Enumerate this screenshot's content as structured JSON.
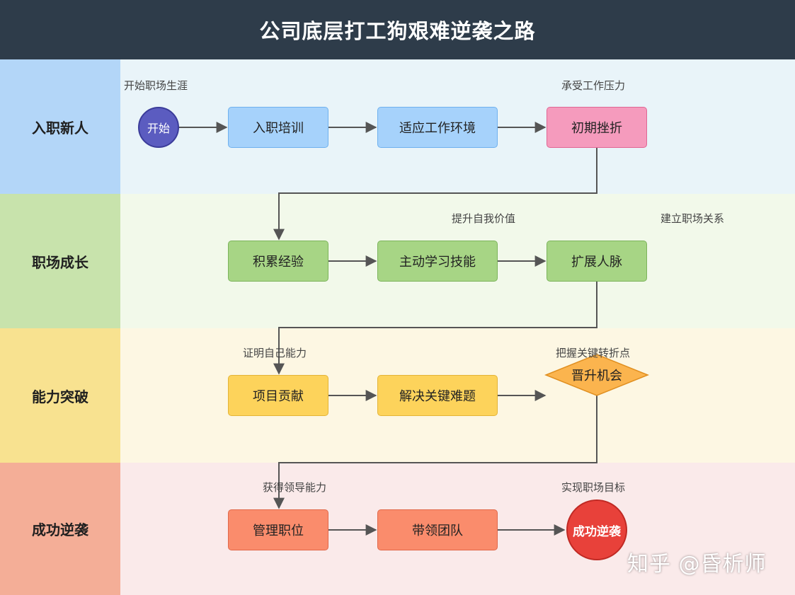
{
  "title": "公司底层打工狗艰难逆袭之路",
  "colors": {
    "title_bg": "#2e3c4a",
    "lane1_label_bg": "#b3d6f8",
    "lane1_body_bg": "#e9f4f9",
    "lane2_label_bg": "#c8e3ac",
    "lane2_body_bg": "#f2f9ea",
    "lane3_label_bg": "#f8e290",
    "lane3_body_bg": "#fdf7e3",
    "lane4_label_bg": "#f4ae97",
    "lane4_body_bg": "#faeaea",
    "arrow": "#555555"
  },
  "lanes": [
    {
      "label": "入职新人"
    },
    {
      "label": "职场成长"
    },
    {
      "label": "能力突破"
    },
    {
      "label": "成功逆袭"
    }
  ],
  "nodes": {
    "start": "开始",
    "onboarding_training": "入职培训",
    "adapt_environment": "适应工作环境",
    "early_setback": "初期挫折",
    "accumulate_experience": "积累经验",
    "active_learning": "主动学习技能",
    "expand_network": "扩展人脉",
    "project_contribution": "项目贡献",
    "solve_key_problems": "解决关键难题",
    "promotion_opportunity": "晋升机会",
    "management_position": "管理职位",
    "lead_team": "带领团队",
    "success": "成功逆袭"
  },
  "notes": {
    "start_career": "开始职场生涯",
    "endure_pressure": "承受工作压力",
    "improve_self": "提升自我价值",
    "build_relations": "建立职场关系",
    "prove_ability": "证明自己能力",
    "seize_turning_point": "把握关键转折点",
    "gain_leadership": "获得领导能力",
    "achieve_goal": "实现职场目标"
  },
  "watermark": "知乎 @昏析师"
}
